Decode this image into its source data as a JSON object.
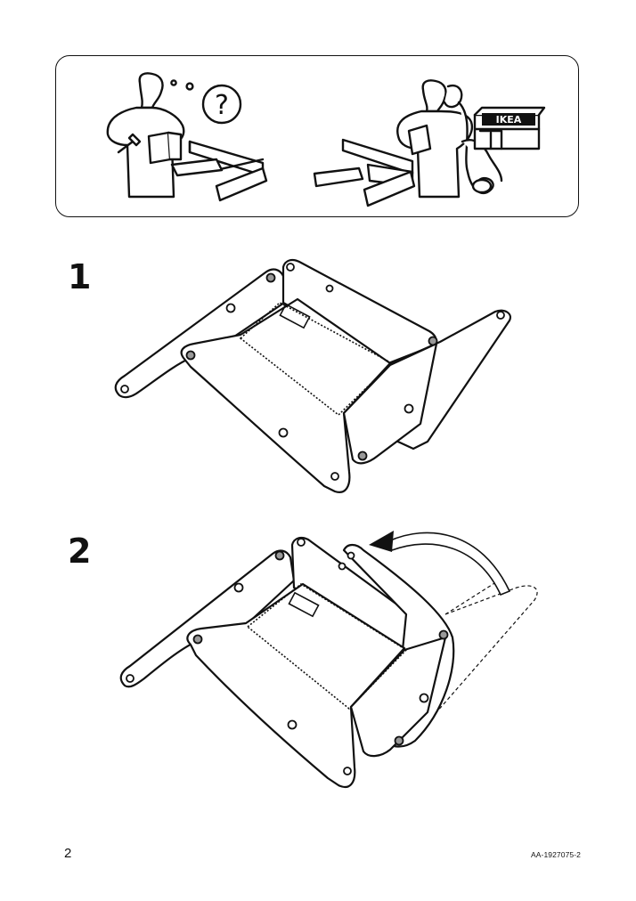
{
  "help_box": {
    "question_mark": "?",
    "store_sign": "IKEA"
  },
  "steps": [
    {
      "number": "1"
    },
    {
      "number": "2"
    }
  ],
  "footer": {
    "page_number": "2",
    "document_code": "AA-1927075-2"
  },
  "icons": {
    "help_confused": "confused-person-icon",
    "help_phone": "person-calling-store-icon",
    "step1_shell": "chair-shell-flat-icon",
    "step2_shell": "chair-shell-fold-icon",
    "fold_arrow": "curved-arrow-icon"
  }
}
